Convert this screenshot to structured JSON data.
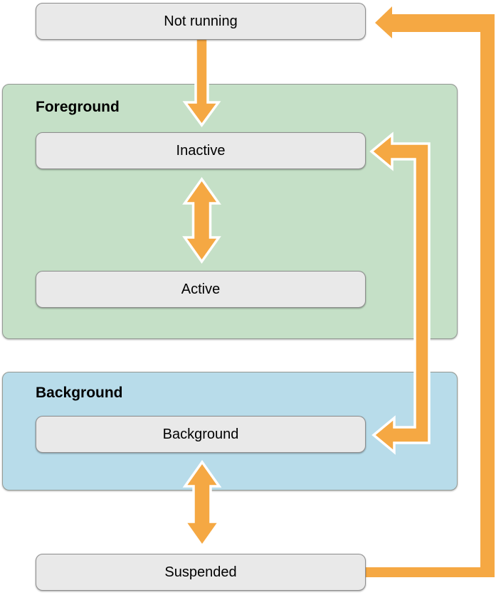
{
  "diagram": {
    "boxes": {
      "not_running": "Not running",
      "inactive": "Inactive",
      "active": "Active",
      "background": "Background",
      "suspended": "Suspended"
    },
    "groups": {
      "foreground": "Foreground",
      "background": "Background"
    },
    "arrows": [
      {
        "name": "not-running-to-inactive",
        "type": "single",
        "points_from": "Not running",
        "points_to": "Inactive"
      },
      {
        "name": "inactive-active",
        "type": "double-headed",
        "points_from": "Inactive",
        "points_to": "Active"
      },
      {
        "name": "inactive-background-return",
        "type": "double-bent",
        "points_from": "Background",
        "points_to": "Inactive"
      },
      {
        "name": "background-suspended",
        "type": "double-headed",
        "points_from": "Background",
        "points_to": "Suspended"
      },
      {
        "name": "suspended-to-not-running",
        "type": "single-bent",
        "points_from": "Suspended",
        "points_to": "Not running"
      }
    ],
    "colors": {
      "arrow": "#F5A843",
      "arrow_outline": "#FFFFFF",
      "foreground_group_bg": "#C5E0C7",
      "background_group_bg": "#B8DCEA",
      "box_bg": "#E9E9E9",
      "box_border": "#8E8E8E",
      "text": "#000000"
    }
  }
}
